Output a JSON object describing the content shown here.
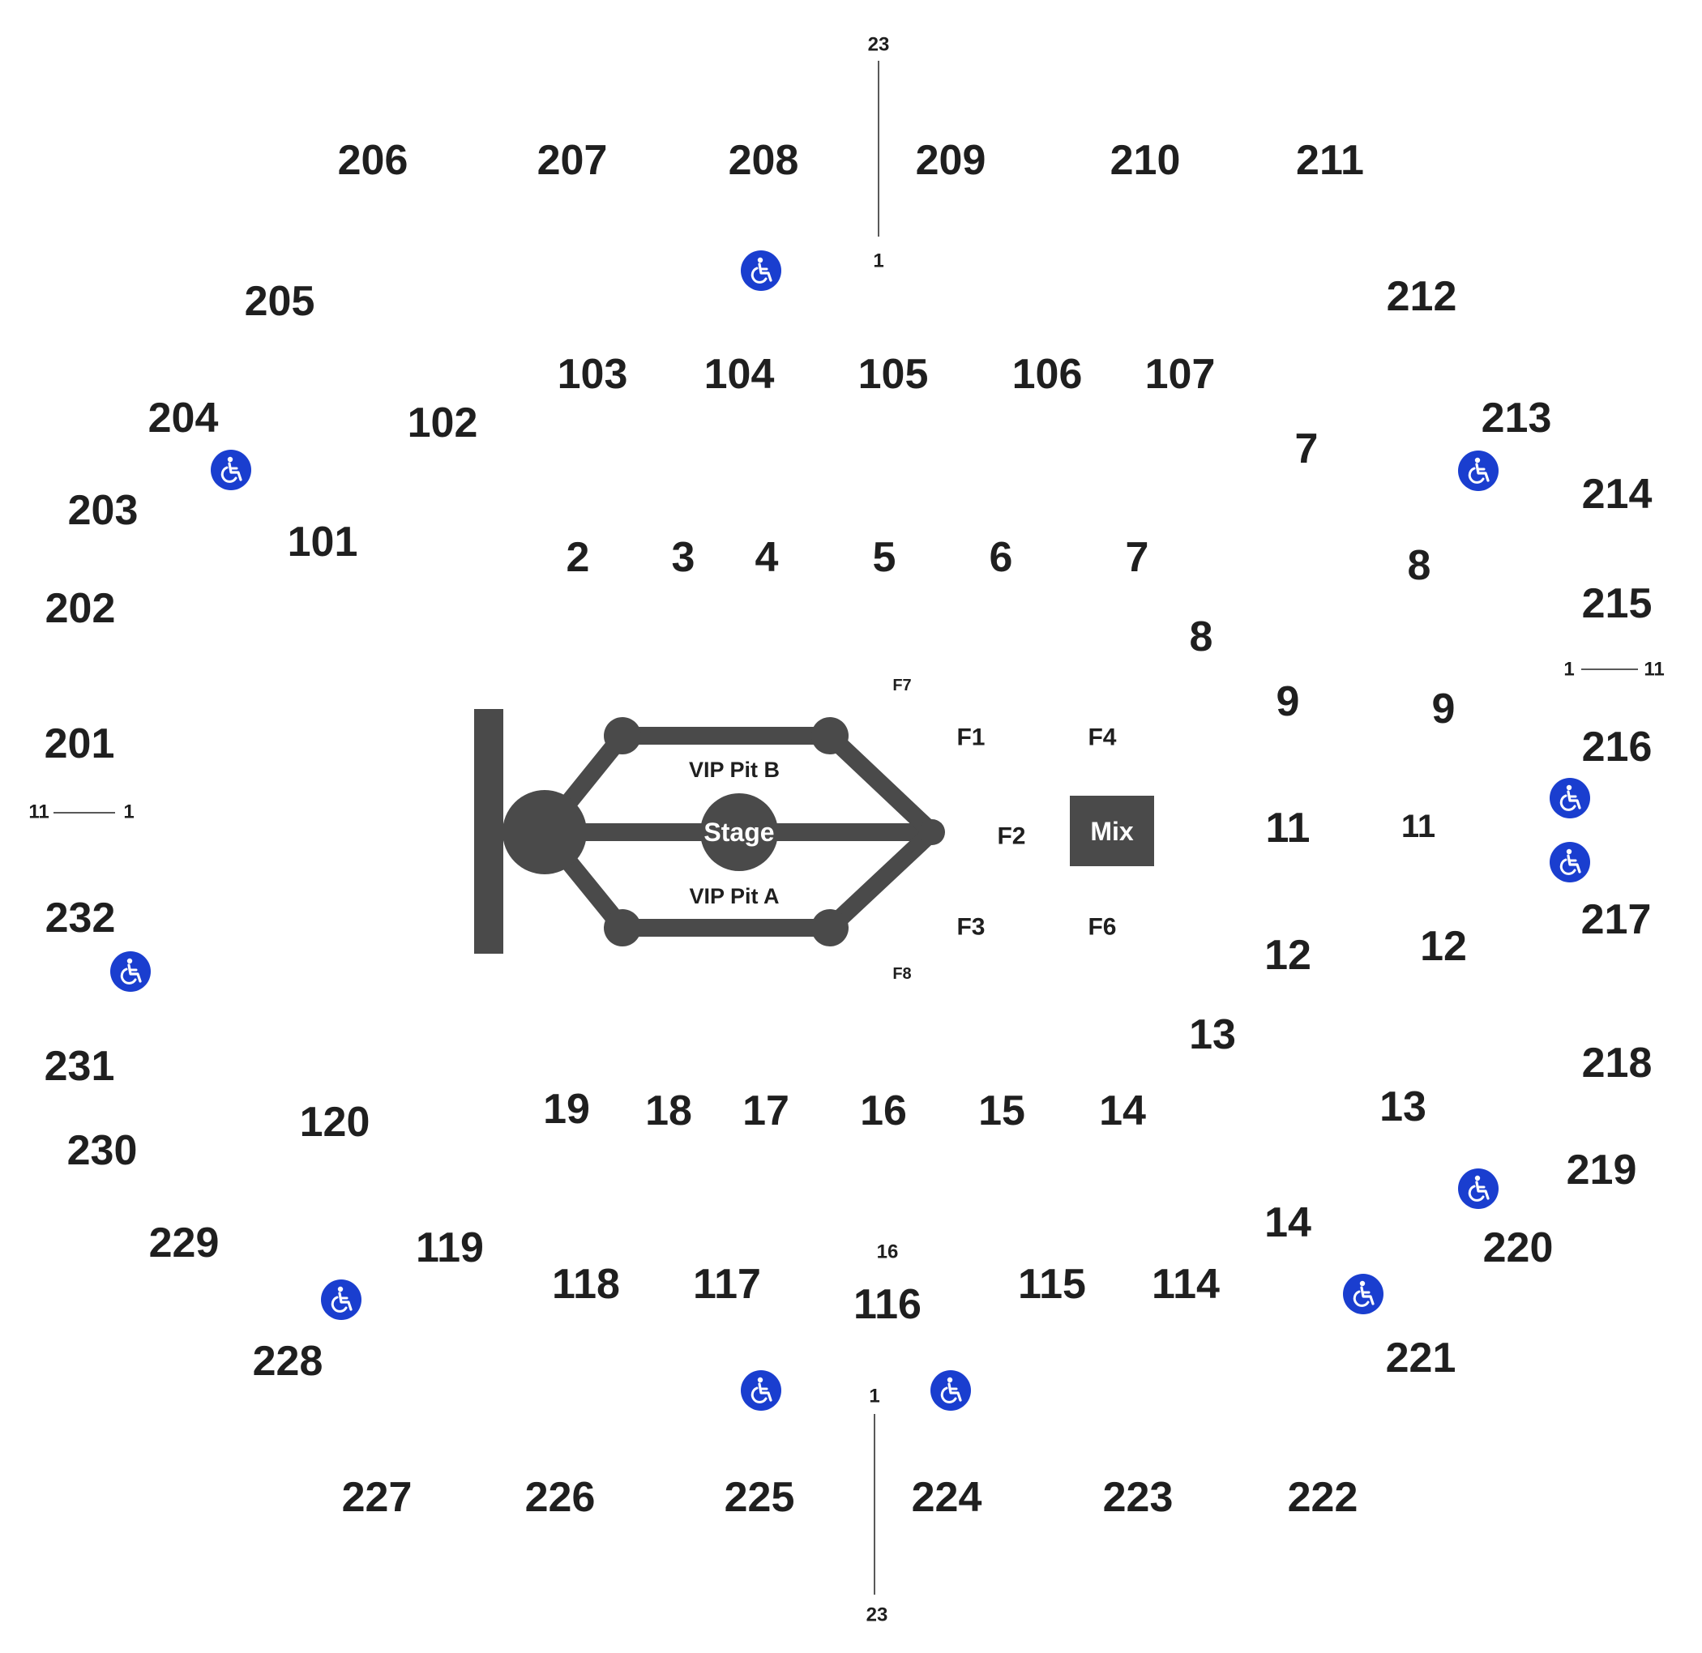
{
  "colors": {
    "stage": "#4a4a4a",
    "accessible": "#1a3ecf",
    "text": "#1f1f1f",
    "background": "#ffffff"
  },
  "stage": {
    "label": "Stage"
  },
  "mix": {
    "label": "Mix"
  },
  "pits": {
    "vip_b": "VIP Pit B",
    "vip_a": "VIP Pit A"
  },
  "floor_zones": [
    "F1",
    "F2",
    "F3",
    "F4",
    "F6",
    "F7",
    "F8"
  ],
  "upper_sections": [
    "201",
    "202",
    "203",
    "204",
    "205",
    "206",
    "207",
    "208",
    "209",
    "210",
    "211",
    "212",
    "213",
    "214",
    "215",
    "216",
    "217",
    "218",
    "219",
    "220",
    "221",
    "222",
    "223",
    "224",
    "225",
    "226",
    "227",
    "228",
    "229",
    "230",
    "231",
    "232"
  ],
  "lower_sections": [
    "101",
    "102",
    "103",
    "104",
    "105",
    "106",
    "107",
    "114",
    "115",
    "116",
    "117",
    "118",
    "119",
    "120"
  ],
  "floor_sections": [
    "2",
    "3",
    "4",
    "5",
    "6",
    "7",
    "8",
    "9",
    "11",
    "12",
    "13",
    "14",
    "15",
    "16",
    "17",
    "18",
    "19"
  ],
  "right_inner_sections": [
    "7",
    "8",
    "9",
    "11",
    "12",
    "13",
    "14"
  ],
  "row_markers": {
    "top": [
      "23",
      "1"
    ],
    "bottom": [
      "1",
      "23"
    ],
    "left": [
      "11",
      "1"
    ],
    "right": [
      "1",
      "11"
    ],
    "lower_116_row": "16"
  },
  "accessible_icon": "wheelchair-icon",
  "accessible_count": 11
}
